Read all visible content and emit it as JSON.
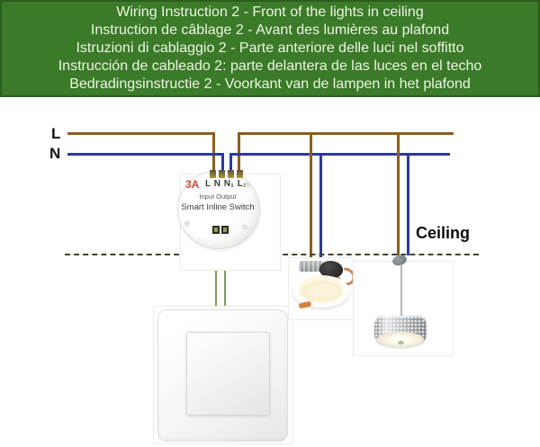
{
  "header": {
    "lines": [
      "Wiring Instruction 2 - Front of the lights in ceiling",
      "Instruction de câblage 2 - Avant des lumières au plafond",
      "Istruzioni di cablaggio 2 - Parte anteriore delle luci nel soffitto",
      "Instrucción de cableado 2: parte delantera de las luces en el techo",
      "Bedradingsinstructie 2 - Voorkant van de lampen in het plafond"
    ]
  },
  "diagram": {
    "supply_labels": {
      "live": "L",
      "neutral": "N"
    },
    "ceiling_label": "Ceiling",
    "device": {
      "rating": "3A",
      "terminals": [
        "L",
        "N",
        "N₁",
        "L₁"
      ],
      "io_label": "Input Output",
      "name": "Smart Inline Switch"
    }
  },
  "colors": {
    "header-bg": "#3b7a28",
    "header-border": "#2b5e1d",
    "header-text": "#ecf6e3",
    "live-wire": "#8a5f1c",
    "neutral-wire": "#2b3a9a",
    "switch-wire": "#7f9c58",
    "ceiling-dash": "#3f4433",
    "rating-text": "#cf4a3c",
    "copper-wire": "#c8874f"
  }
}
